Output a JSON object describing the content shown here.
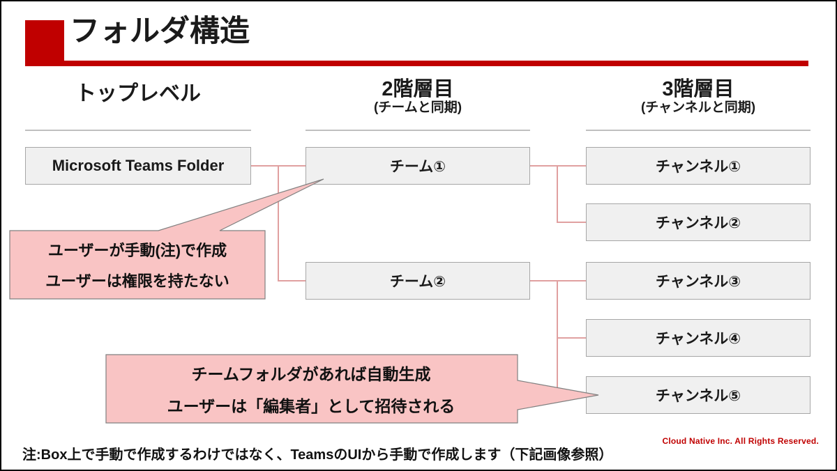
{
  "slide": {
    "title": "フォルダ構造",
    "accent_color": "#C00000",
    "box_fill": "#F0F0F0",
    "box_border": "#A6A6A6",
    "connector_color": "#E0A0A0",
    "callout_fill": "#F9C4C4",
    "callout_border": "#7F6000"
  },
  "columns": [
    {
      "main": "トップレベル",
      "sub": ""
    },
    {
      "main": "2階層目",
      "sub": "(チームと同期)"
    },
    {
      "main": "3階層目",
      "sub": "(チャンネルと同期)"
    }
  ],
  "nodes": {
    "root": "Microsoft Teams Folder",
    "team1": "チーム①",
    "team2": "チーム②",
    "channel1": "チャンネル①",
    "channel2": "チャンネル②",
    "channel3": "チャンネル③",
    "channel4": "チャンネル④",
    "channel5": "チャンネル⑤"
  },
  "callouts": [
    {
      "line1": "ユーザーが手動(注)で作成",
      "line2": "ユーザーは権限を持たない",
      "points_to": "チーム①"
    },
    {
      "line1": "チームフォルダがあれば自動生成",
      "line2": "ユーザーは「編集者」として招待される",
      "points_to": "チャンネル⑤"
    }
  ],
  "footer": {
    "note": "注:Box上で手動で作成するわけではなく、TeamsのUIから手動で作成します（下記画像参照）",
    "copyright": "Cloud Native Inc. All Rights Reserved."
  }
}
